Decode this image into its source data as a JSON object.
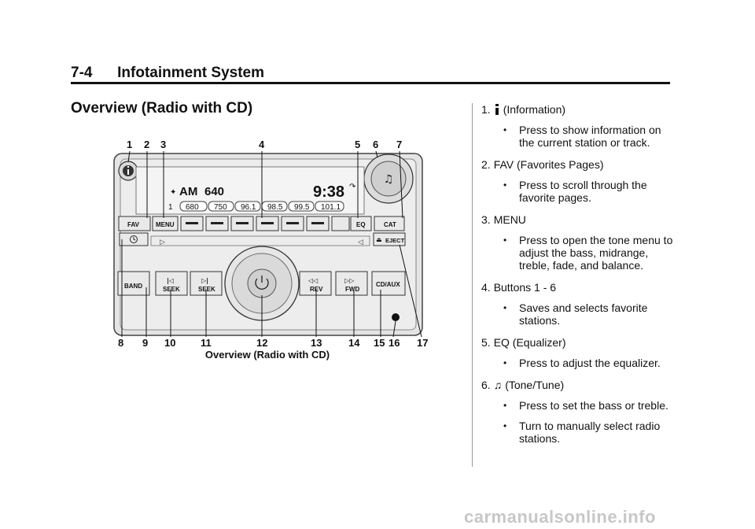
{
  "page": {
    "header": "7-4      Infotainment System",
    "section_title": "Overview (Radio with CD)",
    "caption": "Overview (Radio with CD)",
    "watermark": "carmanualsonline.info"
  },
  "radio": {
    "band": "AM",
    "frequency": "640",
    "clock": "9:38",
    "presets": [
      "1",
      "680",
      "750",
      "96.1",
      "98.5",
      "99.5",
      "101.1"
    ],
    "buttons": {
      "fav": "FAV",
      "menu": "MENU",
      "eq": "EQ",
      "cat": "CAT",
      "eject": "EJECT",
      "band": "BAND",
      "seek_back": "SEEK",
      "seek_fwd": "SEEK",
      "rev": "REV",
      "fwd": "FWD",
      "cdaux": "CD/AUX"
    }
  },
  "callouts_top": [
    "1",
    "2",
    "3",
    "4",
    "5",
    "6",
    "7"
  ],
  "callouts_bottom": [
    "8",
    "9",
    "10",
    "11",
    "12",
    "13",
    "14",
    "15",
    "16",
    "17"
  ],
  "list": [
    {
      "num": "1.",
      "title": "(Information)",
      "icon": "info-icon",
      "bullets": [
        "Press to show information on the current station or track."
      ]
    },
    {
      "num": "2.",
      "title": "FAV (Favorites Pages)",
      "bullets": [
        "Press to scroll through the favorite pages."
      ]
    },
    {
      "num": "3.",
      "title": "MENU",
      "bullets": [
        "Press to open the tone menu to adjust the bass, midrange, treble, fade, and balance."
      ]
    },
    {
      "num": "4.",
      "title": "Buttons 1 - 6",
      "bullets": [
        "Saves and selects favorite stations."
      ]
    },
    {
      "num": "5.",
      "title": "EQ (Equalizer)",
      "bullets": [
        "Press to adjust the equalizer."
      ]
    },
    {
      "num": "6.",
      "title": "(Tone/Tune)",
      "icon": "music-note-icon",
      "bullets": [
        "Press to set the bass or treble.",
        "Turn to manually select radio stations."
      ]
    }
  ]
}
